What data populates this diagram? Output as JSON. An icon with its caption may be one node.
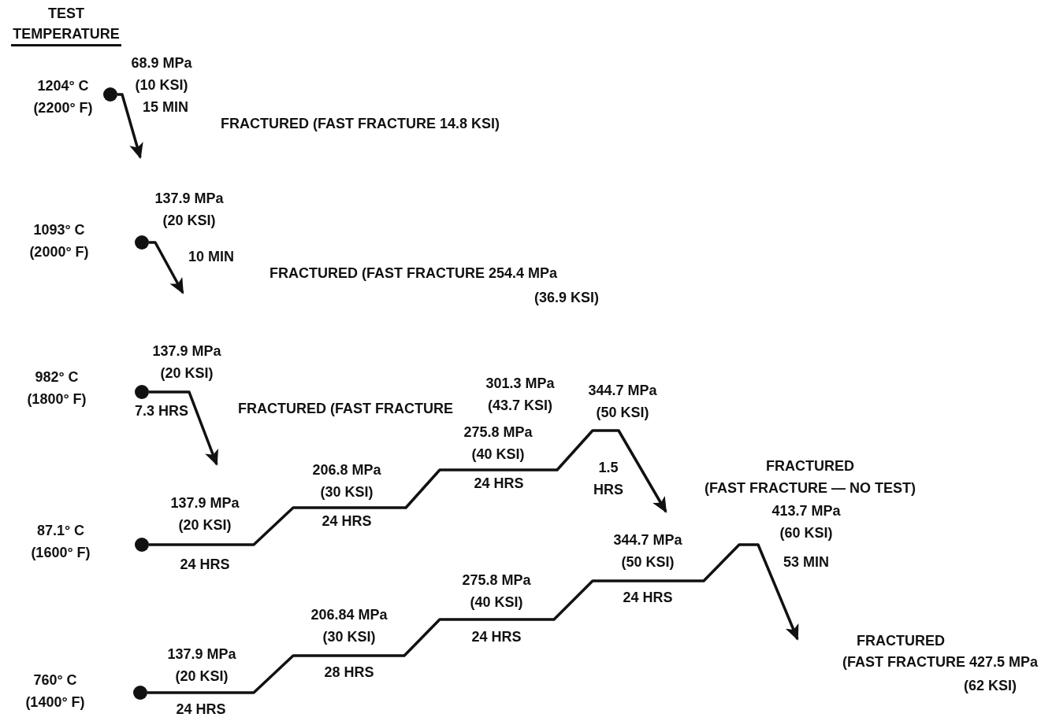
{
  "diagram": {
    "nodes": [
      {
        "text": [],
        "shape": "circle"
      },
      {
        "text": [],
        "shape": "circle"
      },
      {
        "text": [],
        "shape": "circle"
      },
      {
        "text": [],
        "shape": "circle"
      },
      {
        "text": [],
        "shape": "circle"
      }
    ],
    "edges": [
      {
        "from": 0,
        "to": null,
        "arrow": "to"
      },
      {
        "from": 1,
        "to": null,
        "arrow": "to"
      },
      {
        "from": 2,
        "to": null,
        "arrow": "to"
      },
      {
        "from": 3,
        "to": null,
        "arrow": "to"
      },
      {
        "from": 4,
        "to": null,
        "arrow": "to"
      }
    ],
    "labels": [
      "TEST TEMPERATURE",
      "68.9 MPa (10 KSI)",
      "1204° C (2200° F)",
      "15 MIN",
      "FRACTURED (FAST FRACTURE 14.8 KSI)",
      "137.9 MPa (20 KSI)",
      "1093° C (2000° F)",
      "10 MIN",
      "FRACTURED (FAST FRACTURE 254.4 MPa",
      "(36.9 KSI)",
      "137.9 MPa (20 KSI)",
      "982° C (1800° F)",
      "301.3 MPa (43.7 KSI)",
      "344.7 MPa (50 KSI)",
      "7.3 HRS",
      "FRACTURED (FAST FRACTURE",
      "275.8 MPa (40 KSI)",
      "206.8 MPa (30 KSI)",
      "1.5 HRS",
      "FRACTURED",
      "(FAST FRACTURE — NO TEST)",
      "24 HRS",
      "137.9 MPa (20 KSI)",
      "413.7 MPa (60 KSI)",
      "24 HRS",
      "87.1° C (1600° F)",
      "344.7 MPa (50 KSI)",
      "24 HRS",
      "53 MIN",
      "275.8 MPa (40 KSI)",
      "24 HRS",
      "206.84 MPa (30 KSI)",
      "24 HRS",
      "FRACTURED",
      "137.9 MPa (20 KSI)",
      "(FAST FRACTURE 427.5 MPa",
      "28 HRS",
      "760° C (1400° F)",
      "(62 KSI)",
      "24 HRS"
    ]
  }
}
